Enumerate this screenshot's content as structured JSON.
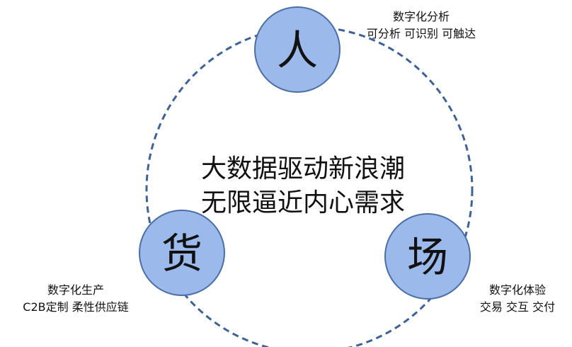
{
  "center": {
    "line1": "大数据驱动新浪潮",
    "line2": "无限逼近内心需求"
  },
  "nodes": [
    {
      "key": "people",
      "glyph": "人",
      "caption1": "数字化分析",
      "caption2": "可分析 可识别 可触达"
    },
    {
      "key": "goods",
      "glyph": "货",
      "caption1": "数字化生产",
      "caption2": "C2B定制 柔性供应链"
    },
    {
      "key": "place",
      "glyph": "场",
      "caption1": "数字化体验",
      "caption2": "交易 交互 交付"
    }
  ],
  "colors": {
    "node_fill": "#9bb9eb",
    "node_stroke": "#4a6fa5",
    "ring": "#3f6296",
    "text": "#111111"
  }
}
